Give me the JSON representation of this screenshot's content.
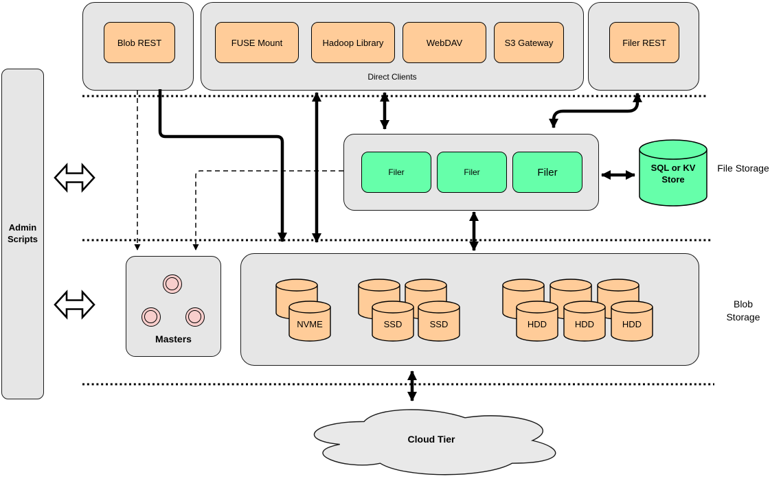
{
  "colors": {
    "client_fill": "#FFCC99",
    "filer_fill": "#66FFAA",
    "master_fill": "#F8CECC",
    "container_fill": "#E6E6E6",
    "cloud_fill": "#E9E9E9",
    "line": "#000000"
  },
  "admin_scripts": {
    "label": "Admin Scripts"
  },
  "blob_rest": {
    "label": "Blob REST"
  },
  "direct_clients": {
    "label": "Direct Clients",
    "items": [
      {
        "label": "FUSE Mount"
      },
      {
        "label": "Hadoop Library"
      },
      {
        "label": "WebDAV"
      },
      {
        "label": "S3 Gateway"
      }
    ]
  },
  "filer_rest": {
    "label": "Filer REST"
  },
  "file_storage": {
    "layer_label": "File Storage",
    "filers": [
      {
        "label": "Filer"
      },
      {
        "label": "Filer"
      },
      {
        "label": "Filer"
      }
    ],
    "metadata_store": {
      "label": "SQL or KV Store"
    }
  },
  "blob_storage": {
    "layer_label": "Blob Storage",
    "masters": {
      "label": "Masters"
    },
    "disks": [
      {
        "label": "NVME"
      },
      {
        "label": "SSD"
      },
      {
        "label": "SSD"
      },
      {
        "label": "HDD"
      },
      {
        "label": "HDD"
      },
      {
        "label": "HDD"
      }
    ]
  },
  "cloud_tier": {
    "label": "Cloud Tier"
  }
}
